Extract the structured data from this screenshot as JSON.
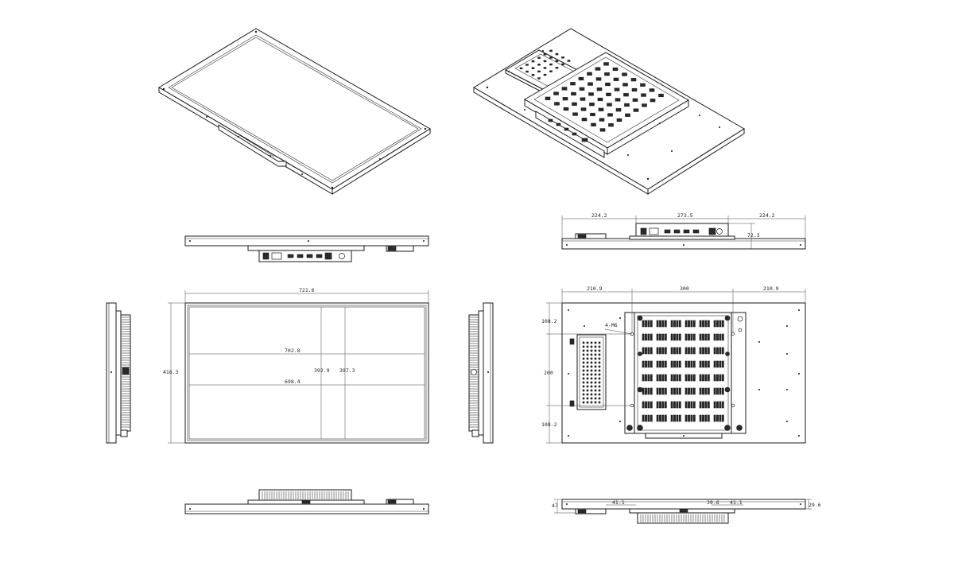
{
  "drawing": {
    "views": [
      "front-isometric",
      "rear-isometric",
      "top-view",
      "top-view-rear",
      "front-view",
      "rear-view",
      "left-side-view",
      "right-side-view",
      "bottom-view",
      "bottom-view-rear"
    ],
    "front_view": {
      "overall_width": "721.6",
      "overall_height": "416.3",
      "active_area_width": "702.8",
      "active_area_height": "392.9",
      "opening_width": "698.4",
      "opening_height": "397.3"
    },
    "top_view_rear": {
      "left_offset": "224.2",
      "bracket_width": "273.5",
      "right_offset": "224.2",
      "depth": "72.3"
    },
    "rear_view": {
      "left_margin": "210.9",
      "vesa_horizontal": "300",
      "right_margin": "210.9",
      "top_margin": "108.2",
      "vesa_vertical": "200",
      "bottom_margin": "108.2",
      "callout": "4-M6"
    },
    "bottom_view_rear": {
      "total_depth": "47",
      "left_dim": "41.1",
      "mid_dim": "39.6",
      "right_dim": "41.1",
      "frame_depth": "29.6"
    }
  }
}
